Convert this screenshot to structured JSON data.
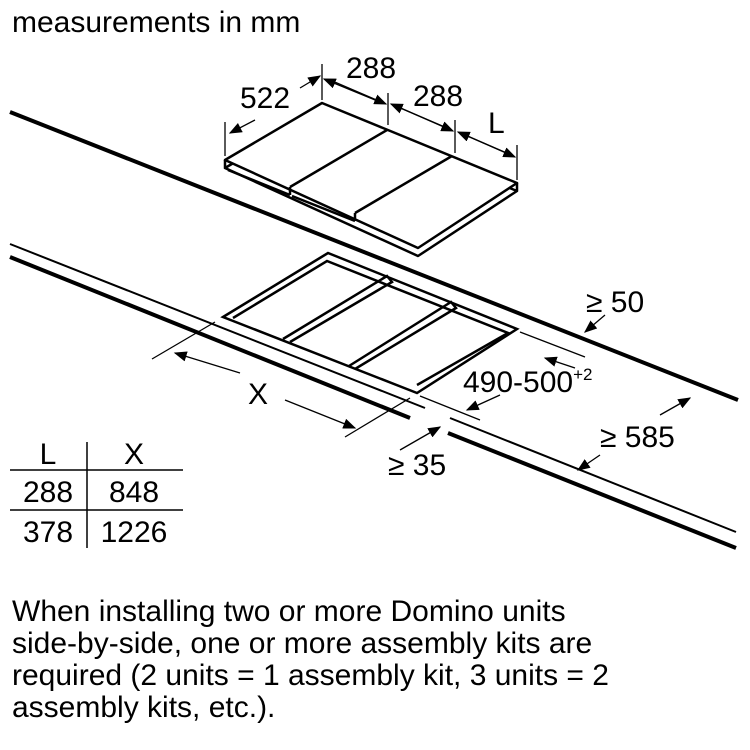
{
  "title": "measurements in mm",
  "dimensions": {
    "depth": "522",
    "width_1": "288",
    "width_2": "288",
    "width_3": "L",
    "cutout_width": "X",
    "cutout_depth": "490-500",
    "cutout_depth_tolerance": "+2",
    "back_clearance": "≥ 50",
    "front_clearance": "≥ 35",
    "counter_depth": "≥ 585"
  },
  "table": {
    "headers": [
      "L",
      "X"
    ],
    "rows": [
      [
        "288",
        "848"
      ],
      [
        "378",
        "1226"
      ]
    ]
  },
  "note_lines": [
    "When installing two or more Domino units",
    "side-by-side, one or more assembly kits are",
    "required (2 units = 1 assembly kit, 3 units = 2",
    "assembly kits, etc.)."
  ]
}
